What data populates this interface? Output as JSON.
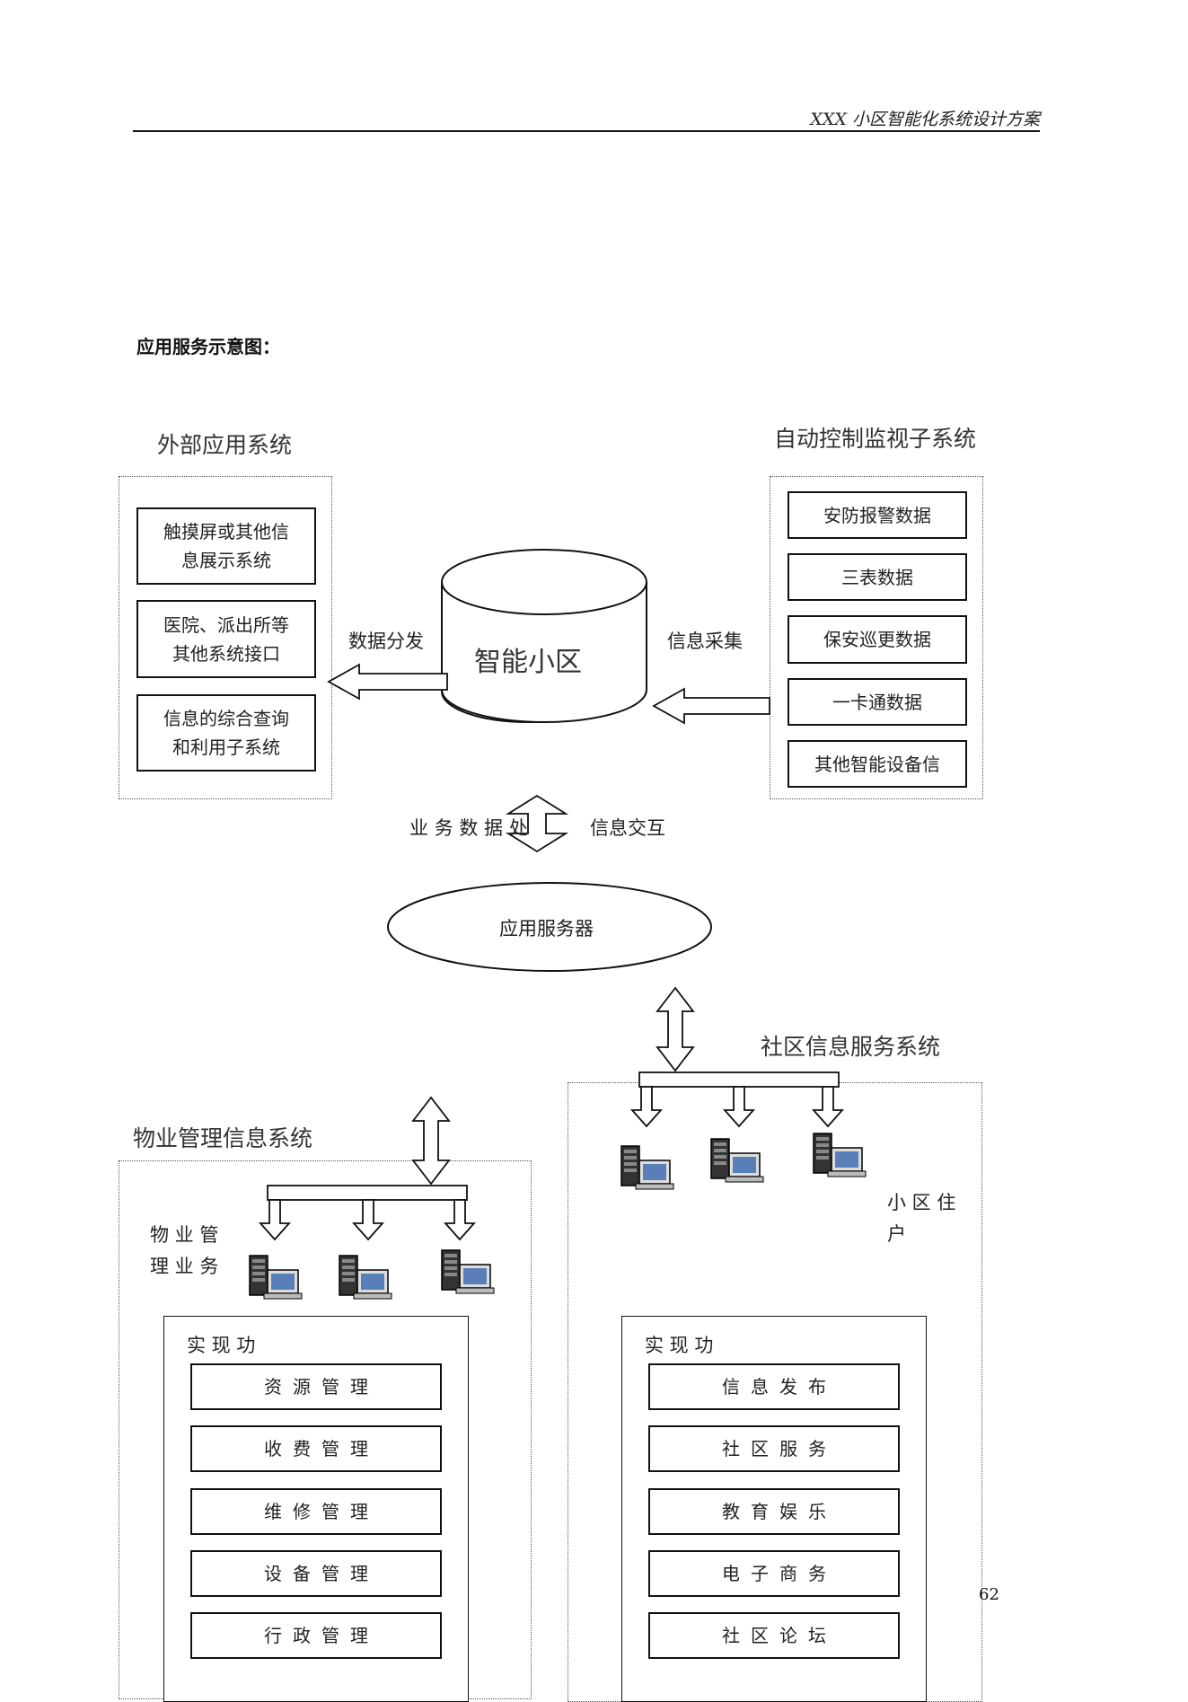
{
  "header": {
    "title": "XXX 小区智能化系统设计方案"
  },
  "caption": "应用服务示意图：",
  "external": {
    "title": "外部应用系统",
    "items": [
      "触摸屏或其他信\n息展示系统",
      "医院、派出所等\n其他系统接口",
      "信息的综合查询\n和利用子系统"
    ]
  },
  "control": {
    "title": "自动控制监视子系统",
    "items": [
      "安防报警数据",
      "三表数据",
      "保安巡更数据",
      "一卡通数据",
      "其他智能设备信"
    ]
  },
  "center": {
    "db_label": "智能小区",
    "dispatch_label": "数据分发",
    "collect_label": "信息采集",
    "business_label": "业 务 数 据 处",
    "exchange_label": "信息交互",
    "server_label": "应用服务器"
  },
  "community": {
    "title": "社区信息服务系统",
    "residents_label": "小 区 住\n户",
    "func_label": "实 现 功",
    "items": [
      "信息发布",
      "社区服务",
      "教育娱乐",
      "电子商务",
      "社区论坛"
    ]
  },
  "property": {
    "title": "物业管理信息系统",
    "business_label": "物 业 管\n理 业 务",
    "func_label": "实 现 功",
    "items": [
      "资源管理",
      "收费管理",
      "维修管理",
      "设备管理",
      "行政管理"
    ]
  },
  "page_number": "62"
}
